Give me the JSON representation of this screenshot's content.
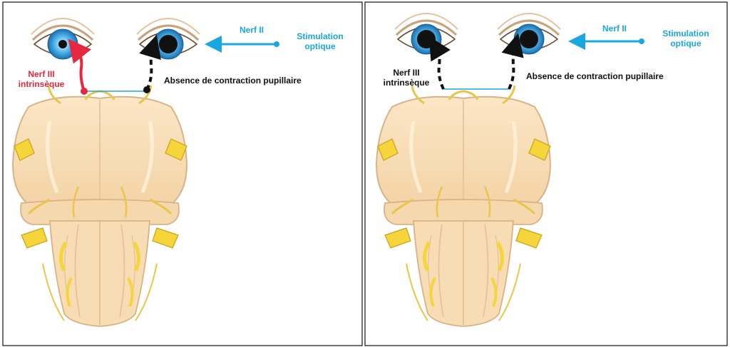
{
  "colors": {
    "blue": "#1aa7e0",
    "red": "#e5283f",
    "black": "#111111",
    "brain_fill": "#f8deb6",
    "brain_stroke": "#d9b388",
    "nerve_yellow": "#f5d53a",
    "nerve_stroke": "#c9a21a",
    "iris": "#2d8fd0",
    "border": "#222222"
  },
  "panels": [
    {
      "stimulation": "Stimulation\noptique",
      "nerf2": "Nerf II",
      "absence": "Absence de contraction pupillaire",
      "nerf3": "Nerf III\nintrinsèque",
      "nerf3_color": "red"
    },
    {
      "stimulation": "Stimulation\noptique",
      "nerf2": "Nerf II",
      "absence": "Absence de contraction pupillaire",
      "nerf3": "Nerf III\nintrinsèque",
      "nerf3_color": "black"
    }
  ]
}
